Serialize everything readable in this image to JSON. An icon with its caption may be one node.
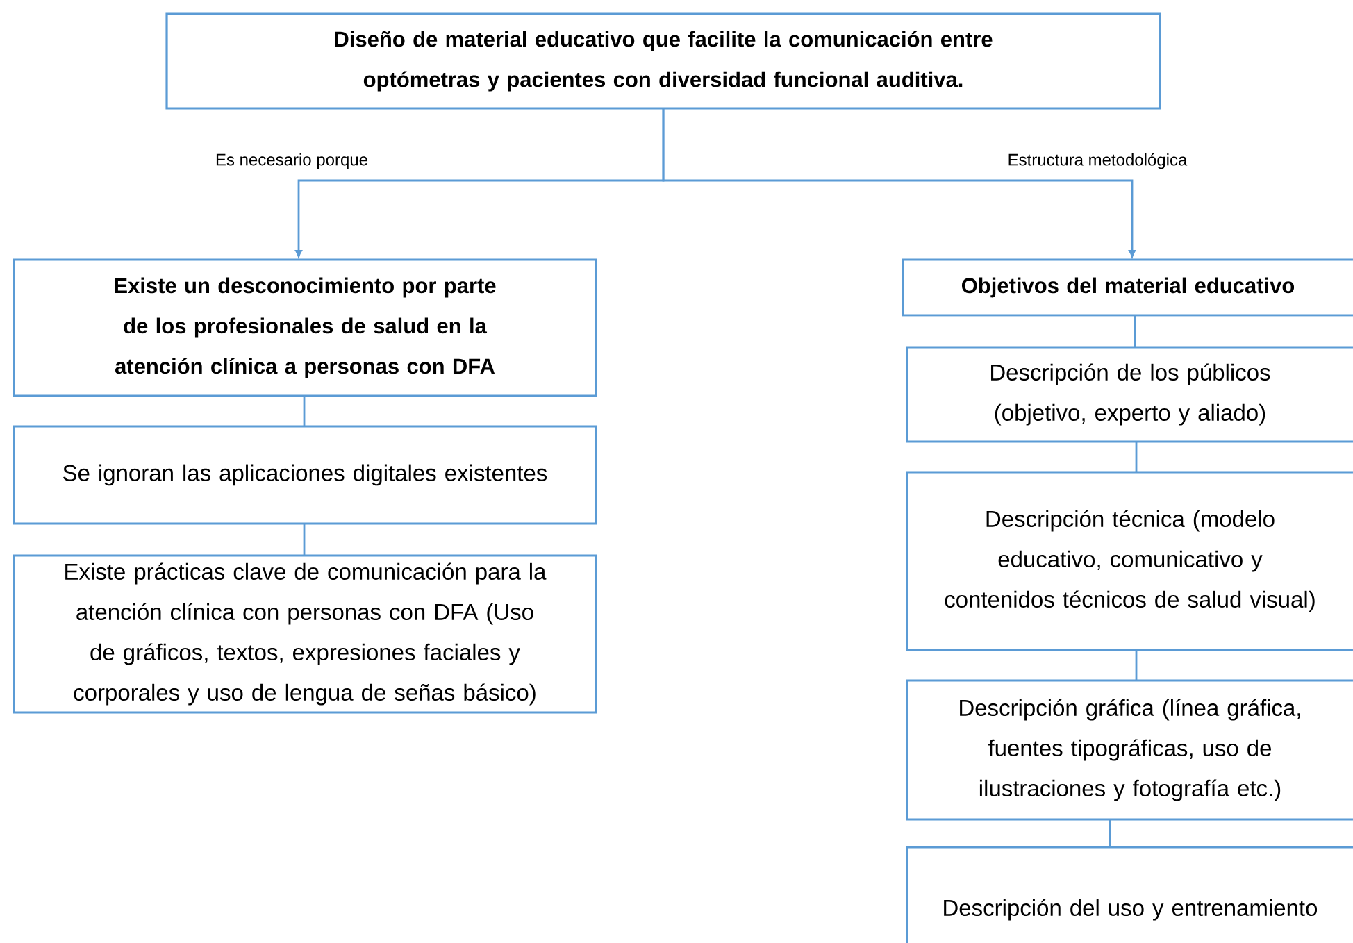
{
  "diagram": {
    "nodes": [
      {
        "text": [
          "Diseño de material educativo que facilite la comunicación entre optómetras y pacientes con diversidad funcional auditiva."
        ]
      },
      {
        "text": [
          "Existe un desconocimiento por parte de los profesionales de salud en la atención clínica a personas con DFA"
        ]
      },
      {
        "text": [
          "Se ignoran las aplicaciones digitales existentes"
        ]
      },
      {
        "text": [
          "Existe prácticas clave de comunicación para la atención clínica con personas con DFA (Uso de gráficos, textos, expresiones faciales y corporales y uso de lengua de señas básico)"
        ]
      },
      {
        "text": [
          "Objetivos del material educativo"
        ]
      },
      {
        "text": [
          "Descripción de los públicos (objetivo, experto y aliado)"
        ]
      },
      {
        "text": [
          "Descripción técnica (modelo educativo, comunicativo y contenidos técnicos de salud visual)"
        ]
      },
      {
        "text": [
          "Descripción gráfica (línea gráfica, fuentes tipográficas, uso de ilustraciones y fotografía etc.)"
        ]
      },
      {
        "text": [
          "Descripción del uso y entrenamiento"
        ]
      }
    ],
    "edges": [
      {
        "from": 0,
        "to": 1,
        "arrow": "to",
        "label": "Es necesario porque"
      },
      {
        "from": 0,
        "to": 4,
        "arrow": "to",
        "label": "Estructura metodológica"
      },
      {
        "from": 1,
        "to": 2,
        "arrow": "none"
      },
      {
        "from": 2,
        "to": 3,
        "arrow": "none"
      },
      {
        "from": 4,
        "to": 5,
        "arrow": "none"
      },
      {
        "from": 5,
        "to": 6,
        "arrow": "none"
      },
      {
        "from": 6,
        "to": 7,
        "arrow": "none"
      },
      {
        "from": 7,
        "to": 8,
        "arrow": "none"
      }
    ]
  }
}
